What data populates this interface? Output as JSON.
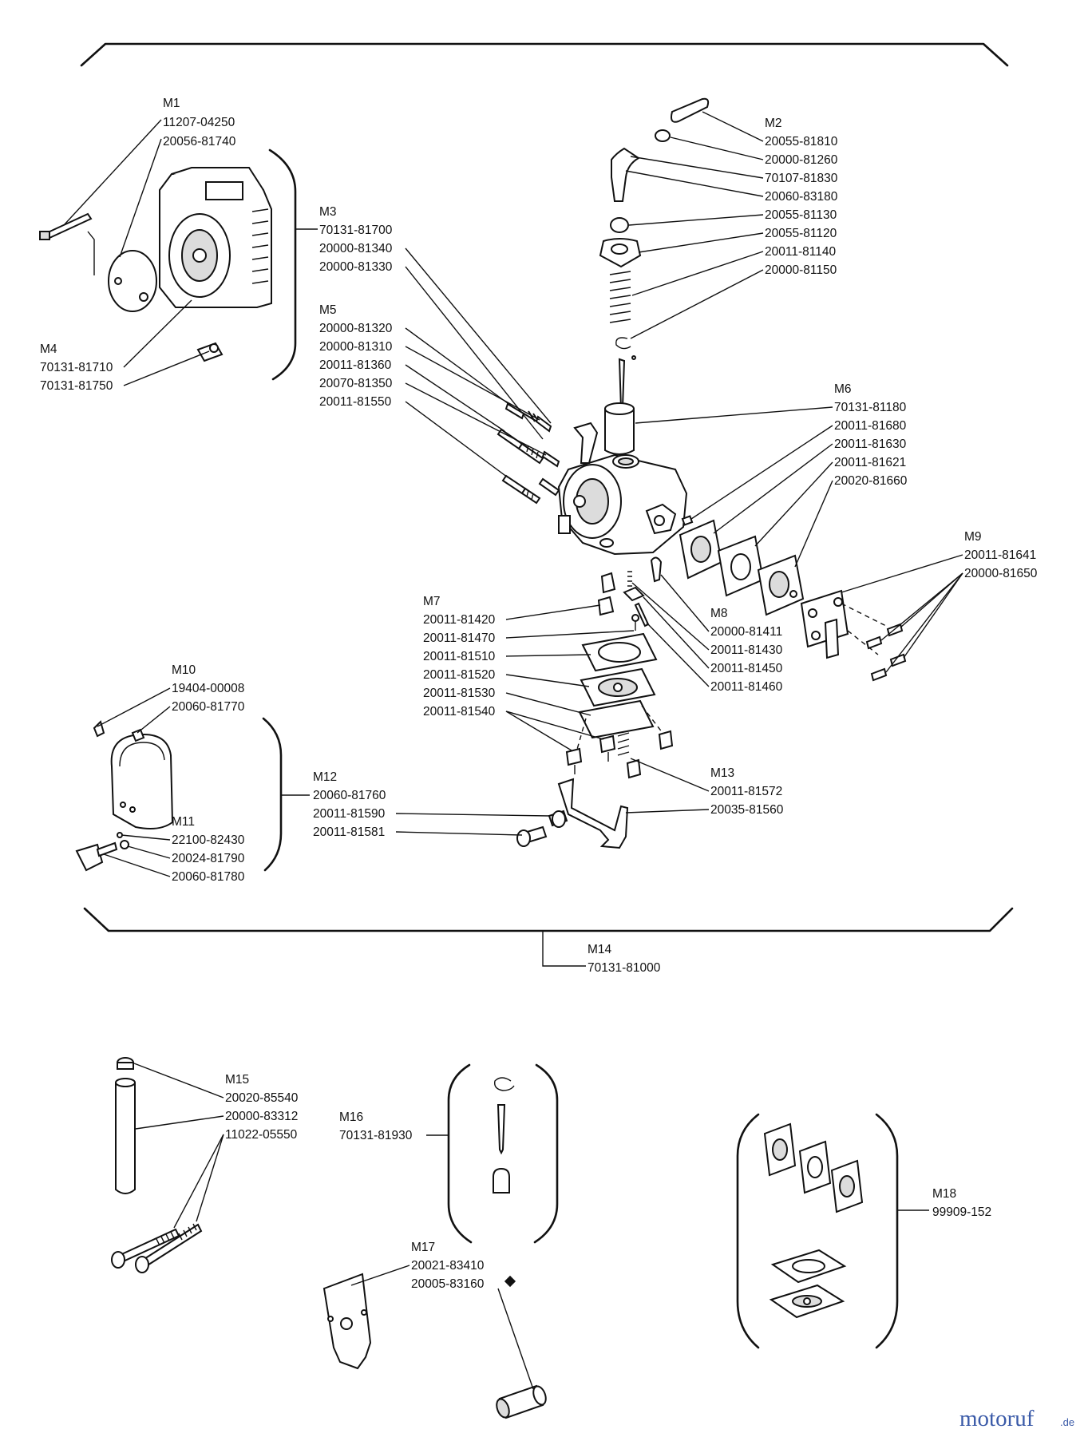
{
  "groups": {
    "M1": {
      "title": "M1",
      "parts": [
        "11207-04250",
        "20056-81740"
      ]
    },
    "M2": {
      "title": "M2",
      "parts": [
        "20055-81810",
        "20000-81260",
        "70107-81830",
        "20060-83180",
        "20055-81130",
        "20055-81120",
        "20011-81140",
        "20000-81150"
      ]
    },
    "M3": {
      "title": "M3",
      "parts": [
        "70131-81700",
        "20000-81340",
        "20000-81330"
      ]
    },
    "M4": {
      "title": "M4",
      "parts": [
        "70131-81710",
        "70131-81750"
      ]
    },
    "M5": {
      "title": "M5",
      "parts": [
        "20000-81320",
        "20000-81310",
        "20011-81360",
        "20070-81350",
        "20011-81550"
      ]
    },
    "M6": {
      "title": "M6",
      "parts": [
        "70131-81180",
        "20011-81680",
        "20011-81630",
        "20011-81621",
        "20020-81660"
      ]
    },
    "M7": {
      "title": "M7",
      "parts": [
        "20011-81420",
        "20011-81470",
        "20011-81510",
        "20011-81520",
        "20011-81530",
        "20011-81540"
      ]
    },
    "M8": {
      "title": "M8",
      "parts": [
        "20000-81411",
        "20011-81430",
        "20011-81450",
        "20011-81460"
      ]
    },
    "M9": {
      "title": "M9",
      "parts": [
        "20011-81641",
        "20000-81650"
      ]
    },
    "M10": {
      "title": "M10",
      "parts": [
        "19404-00008",
        "20060-81770"
      ]
    },
    "M11": {
      "title": "M11",
      "parts": [
        "22100-82430",
        "20024-81790",
        "20060-81780"
      ]
    },
    "M12": {
      "title": "M12",
      "parts": [
        "20060-81760",
        "20011-81590",
        "20011-81581"
      ]
    },
    "M13": {
      "title": "M13",
      "parts": [
        "20011-81572",
        "20035-81560"
      ]
    },
    "M14": {
      "title": "M14",
      "parts": [
        "70131-81000"
      ]
    },
    "M15": {
      "title": "M15",
      "parts": [
        "20020-85540",
        "20000-83312",
        "11022-05550"
      ]
    },
    "M16": {
      "title": "M16",
      "parts": [
        "70131-81930"
      ]
    },
    "M17": {
      "title": "M17",
      "parts": [
        "20021-83410",
        "20005-83160"
      ]
    },
    "M18": {
      "title": "M18",
      "parts": [
        "99909-152"
      ]
    }
  },
  "logo": {
    "name": "motoruf",
    "tld": ".de"
  },
  "icons": {
    "marker": "diamond-icon"
  }
}
